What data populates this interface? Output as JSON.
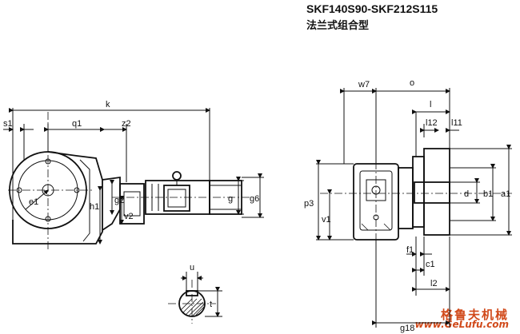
{
  "header": {
    "model_range": "SKF140S90-SKF212S115",
    "description": "法兰式组合型"
  },
  "watermark": {
    "brand": "格鲁夫机械",
    "url": "www.GeLufu.com"
  },
  "dimensions": {
    "side_view": [
      "s1",
      "q1",
      "z2",
      "k",
      "e1",
      "h1",
      "g2",
      "v2",
      "g",
      "g6"
    ],
    "front_view": [
      "w7",
      "o",
      "l",
      "l12",
      "l11",
      "p3",
      "v1",
      "d",
      "b1",
      "a1",
      "f1",
      "c1",
      "l2",
      "g18"
    ],
    "shaft_section": [
      "u",
      "t"
    ]
  },
  "labels": {
    "k": "k",
    "s1": "s1",
    "q1": "q1",
    "z2": "z2",
    "e1": "e1",
    "h1": "h1",
    "g2": "g2",
    "v2": "v2",
    "g": "g",
    "g6": "g6",
    "w7": "w7",
    "o": "o",
    "l": "l",
    "l12": "l12",
    "l11": "l11",
    "p3": "p3",
    "v1": "v1",
    "d": "d",
    "b1": "b1",
    "a1": "a1",
    "f1": "f1",
    "c1": "c1",
    "l2": "l2",
    "g18": "g18",
    "u": "u",
    "t": "t"
  }
}
